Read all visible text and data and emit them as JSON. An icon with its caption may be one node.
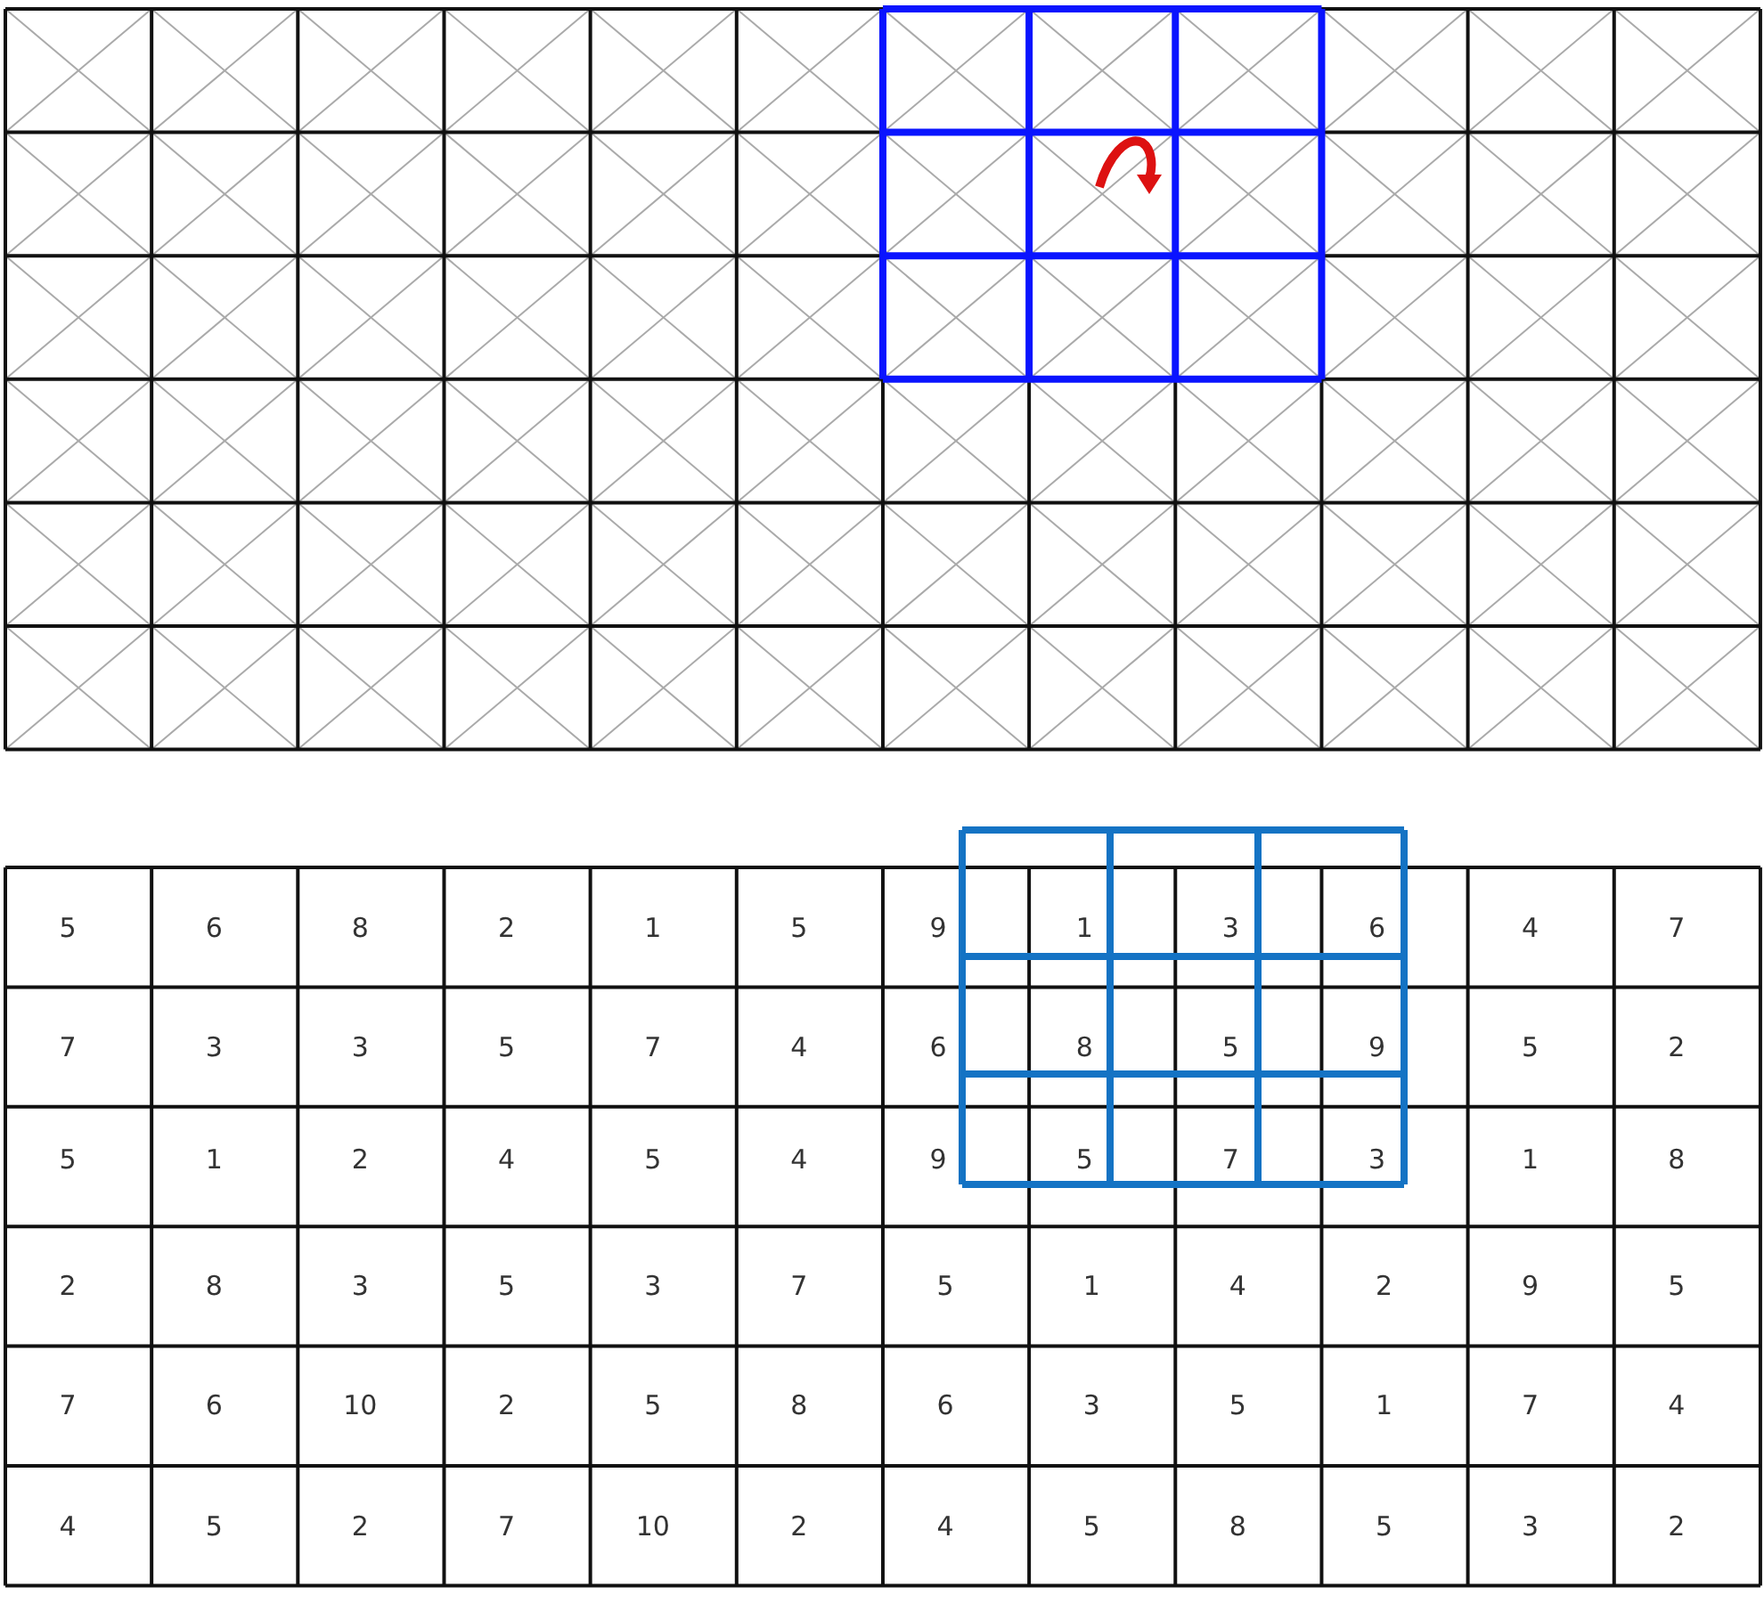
{
  "diagram": {
    "labels": [
      "5",
      "6",
      "8",
      "2",
      "1",
      "5",
      "9",
      "1",
      "3",
      "6",
      "4",
      "7",
      "7",
      "3",
      "3",
      "5",
      "7",
      "4",
      "6",
      "8",
      "5",
      "9",
      "5",
      "2",
      "5",
      "1",
      "2",
      "4",
      "5",
      "4",
      "9",
      "5",
      "7",
      "3",
      "1",
      "8",
      "2",
      "8",
      "3",
      "5",
      "3",
      "7",
      "5",
      "1",
      "4",
      "2",
      "9",
      "5",
      "7",
      "6",
      "10",
      "2",
      "5",
      "8",
      "6",
      "3",
      "5",
      "1",
      "7",
      "4",
      "4",
      "5",
      "2",
      "7",
      "10",
      "2",
      "4",
      "5",
      "8",
      "5",
      "3",
      "2"
    ]
  }
}
